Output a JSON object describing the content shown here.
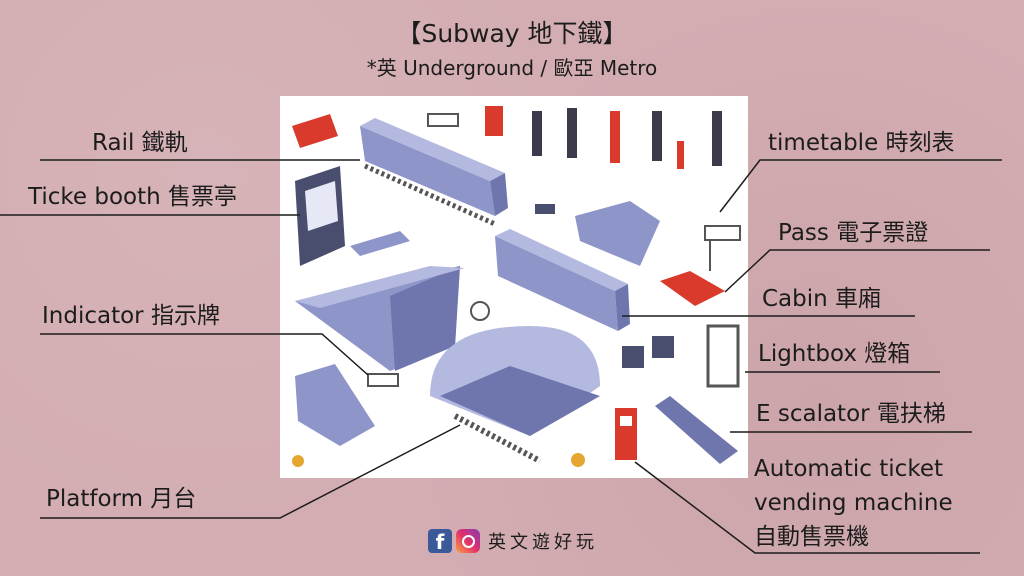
{
  "title": "【Subway 地下鐵】",
  "subtitle": "*英 Underground  / 歐亞 Metro",
  "labels": {
    "rail": "Rail 鐵軌",
    "ticket_booth": "Ticke booth 售票亭",
    "indicator": "Indicator 指示牌",
    "platform": "Platform 月台",
    "timetable": "timetable 時刻表",
    "pass": "Pass 電子票證",
    "cabin": "Cabin 車廂",
    "lightbox": "Lightbox 燈箱",
    "escalator": "E scalator 電扶梯",
    "vending_line1": "Automatic ticket",
    "vending_line2": "vending machine",
    "vending_line3": "自動售票機"
  },
  "brand": {
    "name": "英文遊好玩",
    "facebook_icon": "facebook-icon",
    "instagram_icon": "instagram-icon"
  },
  "colors": {
    "background": "#d3adb2",
    "train": "#8e95c8",
    "accent": "#d93a2b"
  }
}
